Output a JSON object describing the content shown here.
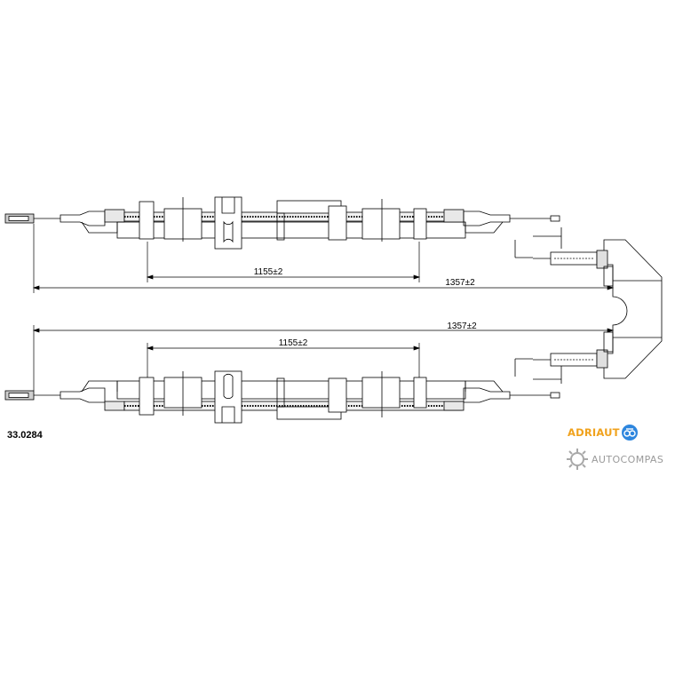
{
  "part_number": "33.0284",
  "dimensions": {
    "upper_inner": "1155±2",
    "upper_outer": "1357±2",
    "lower_outer": "1357±2",
    "lower_inner": "1155±2"
  },
  "brand": {
    "name": "ADRIAUT",
    "color": "#f0a21d",
    "mark_color": "#2e86de"
  },
  "watermark": {
    "name": "AUTOCOMPAS",
    "color": "#9a9a9a",
    "icon": "gear-icon"
  }
}
